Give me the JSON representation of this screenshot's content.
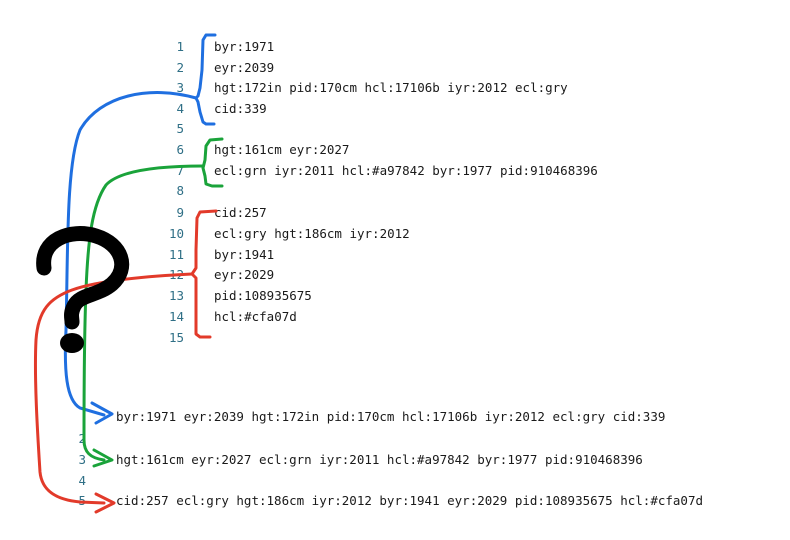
{
  "editor": {
    "lines": [
      {
        "num": "1",
        "text": "byr:1971"
      },
      {
        "num": "2",
        "text": "eyr:2039"
      },
      {
        "num": "3",
        "text": "hgt:172in pid:170cm hcl:17106b iyr:2012 ecl:gry"
      },
      {
        "num": "4",
        "text": "cid:339"
      },
      {
        "num": "5",
        "text": ""
      },
      {
        "num": "6",
        "text": "hgt:161cm eyr:2027"
      },
      {
        "num": "7",
        "text": "ecl:grn iyr:2011 hcl:#a97842 byr:1977 pid:910468396"
      },
      {
        "num": "8",
        "text": ""
      },
      {
        "num": "9",
        "text": "cid:257"
      },
      {
        "num": "10",
        "text": "ecl:gry hgt:186cm iyr:2012"
      },
      {
        "num": "11",
        "text": "byr:1941"
      },
      {
        "num": "12",
        "text": "eyr:2029"
      },
      {
        "num": "13",
        "text": "pid:108935675"
      },
      {
        "num": "14",
        "text": "hcl:#cfa07d"
      },
      {
        "num": "15",
        "text": ""
      }
    ]
  },
  "merged": {
    "lines": [
      {
        "num": "",
        "text": "byr:1971 eyr:2039 hgt:172in pid:170cm hcl:17106b iyr:2012 ecl:gry cid:339"
      },
      {
        "num": "2",
        "text": ""
      },
      {
        "num": "3",
        "text": "hgt:161cm eyr:2027 ecl:grn iyr:2011 hcl:#a97842 byr:1977 pid:910468396"
      },
      {
        "num": "4",
        "text": ""
      },
      {
        "num": "5",
        "text": "cid:257 ecl:gry hgt:186cm iyr:2012 byr:1941 eyr:2029 pid:108935675 hcl:#cfa07d"
      }
    ]
  },
  "annotation": {
    "symbol": "?"
  },
  "colors": {
    "blue": "#1f6fe0",
    "green": "#1aa33a",
    "red": "#e23a2a",
    "line_number": "#2f6f86",
    "text": "#1a1a1a"
  },
  "icons": [
    "question-mark-icon",
    "blue-bracket",
    "green-bracket",
    "red-bracket",
    "arrow-icon"
  ]
}
